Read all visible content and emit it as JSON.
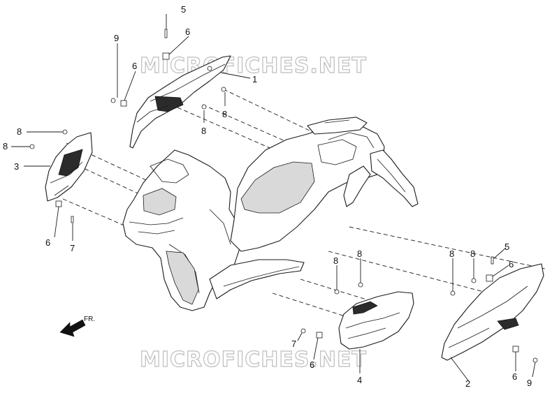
{
  "watermark_top": "MICROFICHES.NET",
  "watermark_bottom": "MICROFICHES.NET",
  "direction_label": "FR.",
  "callouts": {
    "c1": "1",
    "c2": "2",
    "c3": "3",
    "c4": "4",
    "c5a": "5",
    "c5b": "5",
    "c6a": "6",
    "c6b": "6",
    "c6c": "6",
    "c6d": "6",
    "c6e": "6",
    "c6f": "6",
    "c7a": "7",
    "c7b": "7",
    "c8a": "8",
    "c8b": "8",
    "c8c": "8",
    "c8d": "8",
    "c8e": "8",
    "c8f": "8",
    "c8g": "8",
    "c8h": "8",
    "c9a": "9",
    "c9b": "9"
  }
}
